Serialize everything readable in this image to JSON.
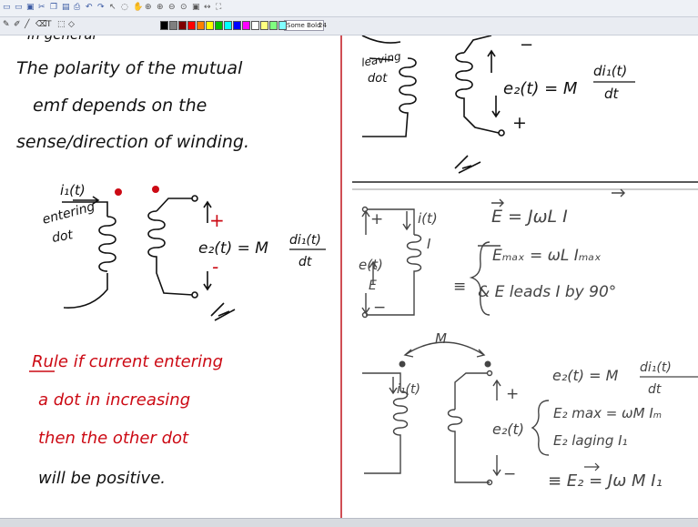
{
  "toolbar": {
    "row1_icons": [
      "new-icon",
      "open-icon",
      "save-icon",
      "cut-icon",
      "copy-icon",
      "paste-icon",
      "print-icon",
      "undo-icon",
      "redo-icon",
      "pointer-icon",
      "lasso-icon",
      "hand-icon",
      "zoom-icon",
      "zoom-in-icon",
      "zoom-out-icon",
      "zoom-fit-icon",
      "zoom-page-icon",
      "zoom-width-icon",
      "fullscreen-icon"
    ],
    "row2_tools": [
      "pen-icon",
      "highlighter-icon",
      "line-icon",
      "eraser-icon",
      "text-icon",
      "select-icon",
      "shape-icon"
    ],
    "palette": [
      "#000000",
      "#7f7f7f",
      "#7f0000",
      "#ff0000",
      "#ff7f00",
      "#ffff00",
      "#00c000",
      "#00ffff",
      "#0000ff",
      "#ff00ff",
      "#ffffff",
      "#ffff80",
      "#80ff80",
      "#80ffff"
    ],
    "font_name": "Some Bold",
    "font_size": "24"
  },
  "notes": {
    "heading_cut": "In general",
    "line1": "The polarity of the mutual",
    "line2": "emf depends on the",
    "line3": "sense/direction of winding.",
    "left_current": "i₁(t)",
    "entering_dot_1": "entering",
    "entering_dot_2": "dot",
    "plus_red": "+",
    "minus_red": "-",
    "left_eq": "e₂(t) = M",
    "left_eq_num": "di₁(t)",
    "left_eq_den": "dt",
    "rule1": "Rule if current entering",
    "rule2": "a dot in increasing",
    "rule3": "then the other dot",
    "rule4": "will be positive.",
    "leaving_1": "leaving",
    "leaving_2": "dot",
    "top_minus": "−",
    "top_plus": "+",
    "top_eq": "e₂(t) = M",
    "top_eq_num": "di₁(t)",
    "top_eq_den": "dt",
    "mid_plus": "+",
    "mid_i": "i(t)",
    "mid_I": "I",
    "mid_e": "e(t)",
    "mid_E": "E",
    "mid_minus": "−",
    "phasor_eq": "E = JωL I",
    "emax_eq": "Eₘₐₓ = ωL Iₘₐₓ",
    "equiv": "≡",
    "leads": "& E leads I by 90°",
    "M_label": "M",
    "bot_i1": "i₁(t)",
    "bot_plus": "+",
    "bot_e2": "e₂(t)",
    "bot_minus": "−",
    "bot_eq": "e₂(t) = M",
    "bot_eq_num": "di₁(t)",
    "bot_eq_den": "dt",
    "e2max": "E₂ max = ωM Iₘ",
    "e2lag": "E₂ laging I₁",
    "bot_phasor": "≡ E₂ = Jω M I₁"
  },
  "colors": {
    "ink": "#111111",
    "red": "#cc0a14",
    "divider": "#c0131c"
  }
}
